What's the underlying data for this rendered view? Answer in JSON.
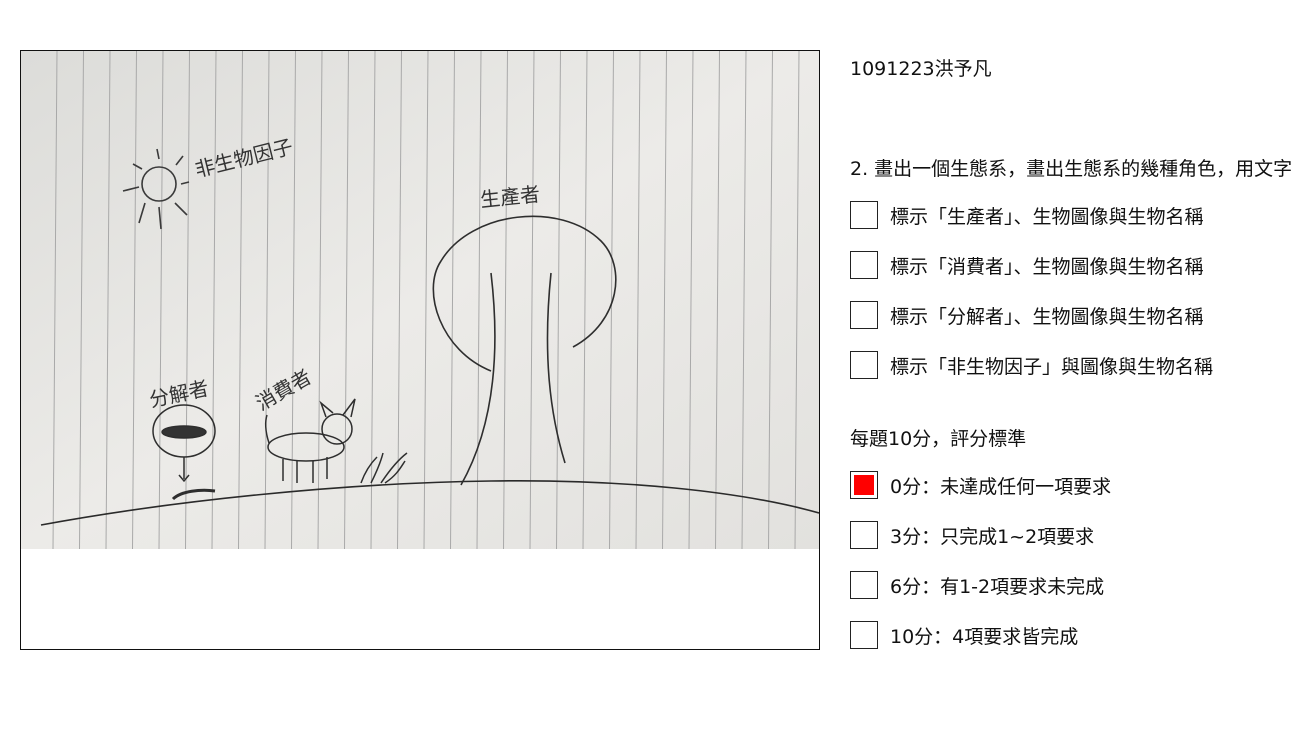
{
  "student_label": "1091223洪予凡",
  "question": "2. 畫出一個生態系，畫出生態系的幾種角色，用文字",
  "requirements": [
    {
      "label": "標示「生產者」、生物圖像與生物名稱",
      "checked": false
    },
    {
      "label": "標示「消費者」、生物圖像與生物名稱",
      "checked": false
    },
    {
      "label": "標示「分解者」、生物圖像與生物名稱",
      "checked": false
    },
    {
      "label": "標示「非生物因子」與圖像與生物名稱",
      "checked": false
    }
  ],
  "criteria_title": "每題10分，評分標準",
  "scores": [
    {
      "label": "0分：未達成任何一項要求",
      "checked": true
    },
    {
      "label": "3分：只完成1~2項要求",
      "checked": false
    },
    {
      "label": "6分：有1-2項要求未完成",
      "checked": false
    },
    {
      "label": "10分：4項要求皆完成",
      "checked": false
    }
  ],
  "drawing": {
    "label_abiotic": "非生物因子",
    "label_producer": "生產者",
    "label_consumer": "消費者",
    "label_decomposer": "分解者"
  },
  "colors": {
    "checked_fill": "#ff0000",
    "paper": "#e6e6e3",
    "pencil": "#2a2a2a"
  }
}
